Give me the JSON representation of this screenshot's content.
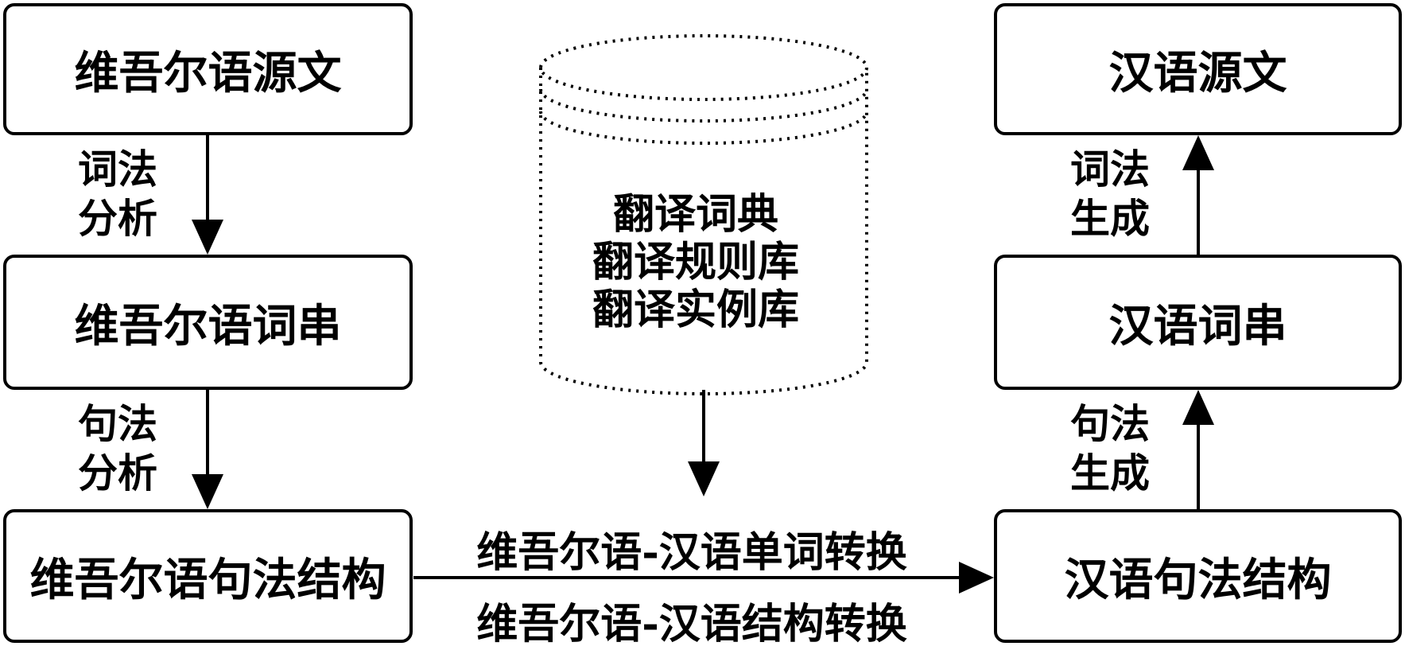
{
  "left_column": {
    "box1": "维吾尔语源文",
    "box2": "维吾尔语词串",
    "box3": "维吾尔语句法结构",
    "label1": [
      "词法",
      "分析"
    ],
    "label2": [
      "句法",
      "分析"
    ]
  },
  "right_column": {
    "box1": "汉语源文",
    "box2": "汉语词串",
    "box3": "汉语句法结构",
    "label1": [
      "词法",
      "生成"
    ],
    "label2": [
      "句法",
      "生成"
    ]
  },
  "database": {
    "lines": [
      "翻译词典",
      "翻译规则库",
      "翻译实例库"
    ]
  },
  "transfer": {
    "top_label": "维吾尔语-汉语单词转换",
    "bottom_label": "维吾尔语-汉语结构转换"
  }
}
